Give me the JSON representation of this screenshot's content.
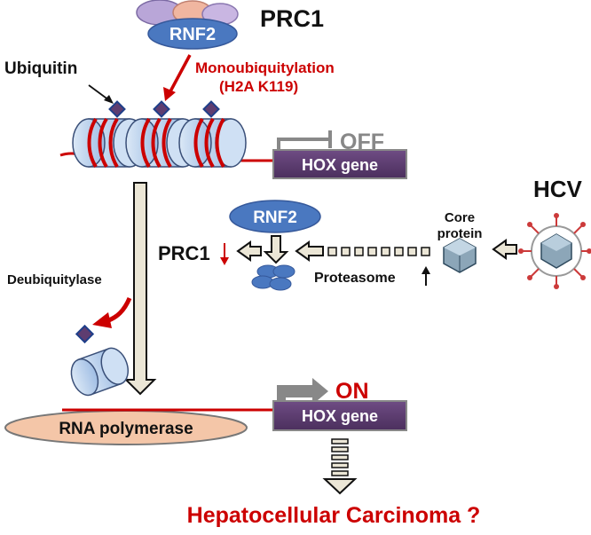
{
  "labels": {
    "prc1_top": "PRC1",
    "rnf2_top": "RNF2",
    "ubiquitin": "Ubiquitin",
    "monoubiq_line1": "Monoubiquitylation",
    "monoubiq_line2": "(H2A K119)",
    "off": "OFF",
    "hox_gene_top": "HOX gene",
    "hcv": "HCV",
    "core_protein_line1": "Core",
    "core_protein_line2": "protein",
    "rnf2_mid": "RNF2",
    "prc1_mid": "PRC1",
    "proteasome": "Proteasome",
    "deubiquitylase": "Deubiquitylase",
    "on": "ON",
    "rna_polymerase": "RNA polymerase",
    "hox_gene_bottom": "HOX gene",
    "outcome": "Hepatocellular Carcinoma ?"
  },
  "colors": {
    "red": "#cc0000",
    "gray_text": "#888888",
    "purple": "#5e3d70",
    "blue": "#4a78c0",
    "nucleosome": "#b8d0ec",
    "beige": "#ebe6d6",
    "pink": "#f4c6a8"
  }
}
